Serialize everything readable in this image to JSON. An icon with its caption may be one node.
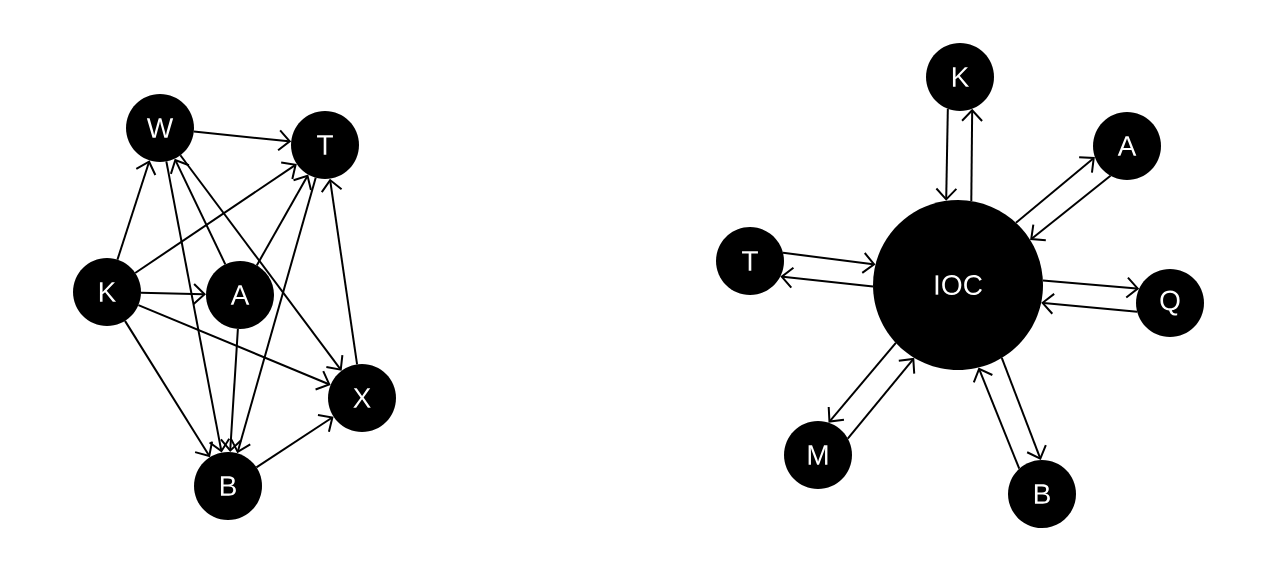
{
  "diagram": {
    "nodes": [
      {
        "text": [
          "W"
        ]
      },
      {
        "text": [
          "T"
        ]
      },
      {
        "text": [
          "K"
        ]
      },
      {
        "text": [
          "A"
        ]
      },
      {
        "text": [
          "X"
        ]
      },
      {
        "text": [
          "B"
        ]
      },
      {
        "text": [
          "K"
        ]
      },
      {
        "text": [
          "A"
        ]
      },
      {
        "text": [
          "T"
        ]
      },
      {
        "text": [
          "IOC"
        ]
      },
      {
        "text": [
          "Q"
        ]
      },
      {
        "text": [
          "M"
        ]
      },
      {
        "text": [
          "B"
        ]
      }
    ],
    "edges": [
      {
        "from": 2,
        "to": 0,
        "arrow": "to"
      },
      {
        "from": 0,
        "to": 1,
        "arrow": "to"
      },
      {
        "from": 2,
        "to": 1,
        "arrow": "to"
      },
      {
        "from": 3,
        "to": 1,
        "arrow": "to"
      },
      {
        "from": 3,
        "to": 0,
        "arrow": "to"
      },
      {
        "from": 0,
        "to": 5,
        "arrow": "to"
      },
      {
        "from": 0,
        "to": 4,
        "arrow": "to"
      },
      {
        "from": 2,
        "to": 3,
        "arrow": "to"
      },
      {
        "from": 2,
        "to": 5,
        "arrow": "to"
      },
      {
        "from": 2,
        "to": 4,
        "arrow": "to"
      },
      {
        "from": 3,
        "to": 5,
        "arrow": "to"
      },
      {
        "from": 1,
        "to": 5,
        "arrow": "to"
      },
      {
        "from": 4,
        "to": 1,
        "arrow": "to"
      },
      {
        "from": 5,
        "to": 4,
        "arrow": "to"
      },
      {
        "from": 9,
        "to": 6,
        "arrow": "to"
      },
      {
        "from": 6,
        "to": 9,
        "arrow": "to"
      },
      {
        "from": 7,
        "to": 9,
        "arrow": "to"
      },
      {
        "from": 9,
        "to": 7,
        "arrow": "to"
      },
      {
        "from": 9,
        "to": 8,
        "arrow": "to"
      },
      {
        "from": 8,
        "to": 9,
        "arrow": "to"
      },
      {
        "from": 10,
        "to": 9,
        "arrow": "to"
      },
      {
        "from": 9,
        "to": 10,
        "arrow": "to"
      },
      {
        "from": 11,
        "to": 9,
        "arrow": "to"
      },
      {
        "from": 9,
        "to": 11,
        "arrow": "to"
      },
      {
        "from": 9,
        "to": 12,
        "arrow": "to"
      },
      {
        "from": 12,
        "to": 9,
        "arrow": "to"
      }
    ]
  }
}
